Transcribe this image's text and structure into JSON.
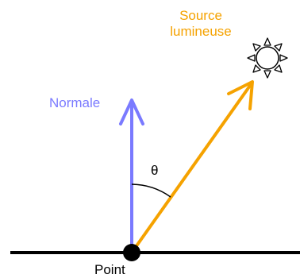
{
  "labels": {
    "source_line1": "Source",
    "source_line2": "lumineuse",
    "normal": "Normale",
    "angle": "θ",
    "point": "Point"
  },
  "icons": {
    "light_source": "sun-icon",
    "surface_point": "point-dot"
  },
  "colors": {
    "light_ray": "#f5a200",
    "normal": "#7a7aff",
    "surface": "#000000",
    "text_default": "#000000"
  }
}
